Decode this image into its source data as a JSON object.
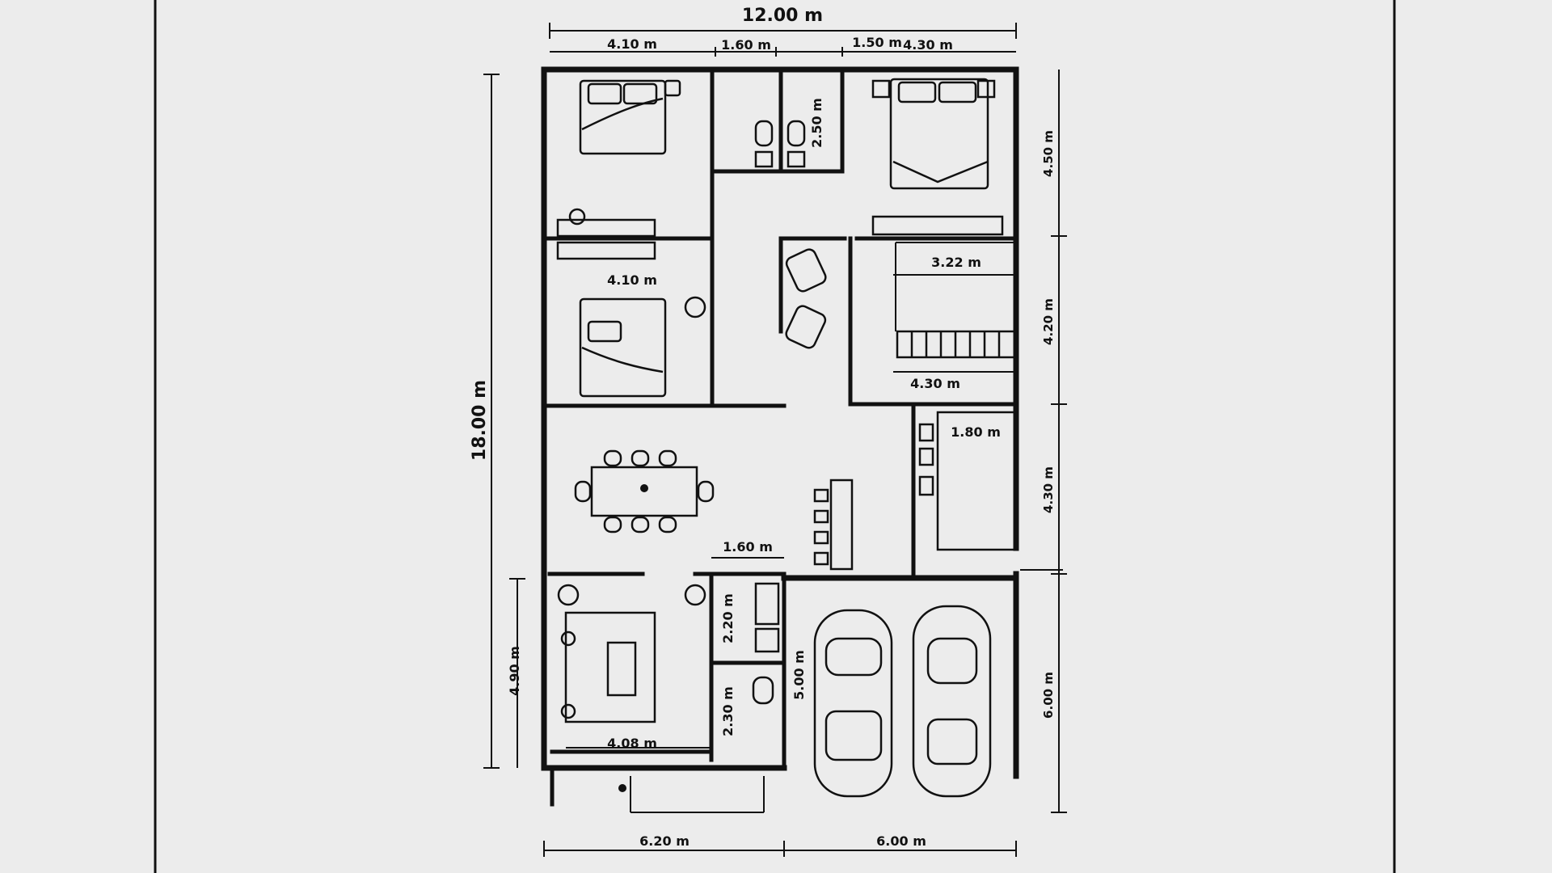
{
  "plan": {
    "overall_width": "12.00 m",
    "overall_length": "18.00 m",
    "dims": {
      "top_bed1": "4.10 m",
      "top_bath": "1.60 m",
      "top_a": "1.50 m",
      "top_b": "4.30 m",
      "bath_upper_h": "2.50 m",
      "bed2_w": "4.10 m",
      "room_w": "3.22 m",
      "room_bottom": "4.30 m",
      "kitchen_w": "1.80 m",
      "bath_lower_w": "1.60 m",
      "bath_lower_h1": "2.20 m",
      "bath_lower_h2": "2.30 m",
      "garage_inner_h": "5.00 m",
      "living_w": "4.08 m",
      "living_h": "4.90 m",
      "bottom_left": "6.20 m",
      "bottom_right": "6.00 m",
      "right_1": "4.50 m",
      "right_2": "4.20 m",
      "right_3": "4.30 m",
      "right_4": "6.00 m"
    }
  }
}
